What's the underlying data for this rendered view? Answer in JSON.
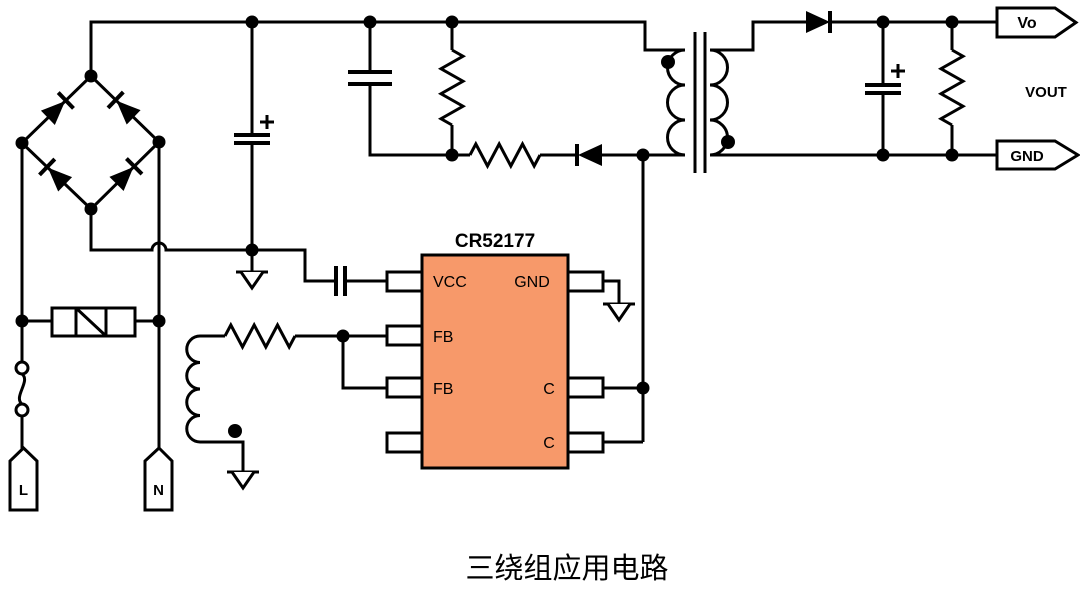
{
  "caption": "三绕组应用电路",
  "colors": {
    "ic_fill": "#F7996A",
    "line": "#000000",
    "background": "#FFFFFF"
  },
  "ic": {
    "title": "CR52177",
    "pins": {
      "vcc": "VCC",
      "gnd": "GND",
      "fb_upper": "FB",
      "fb_lower": "FB",
      "c_upper": "C",
      "c_lower": "C"
    }
  },
  "terminals": {
    "line_input": "L",
    "neutral_input": "N",
    "output_positive": "Vo",
    "output_voltage_label": "VOUT",
    "output_ground": "GND"
  }
}
